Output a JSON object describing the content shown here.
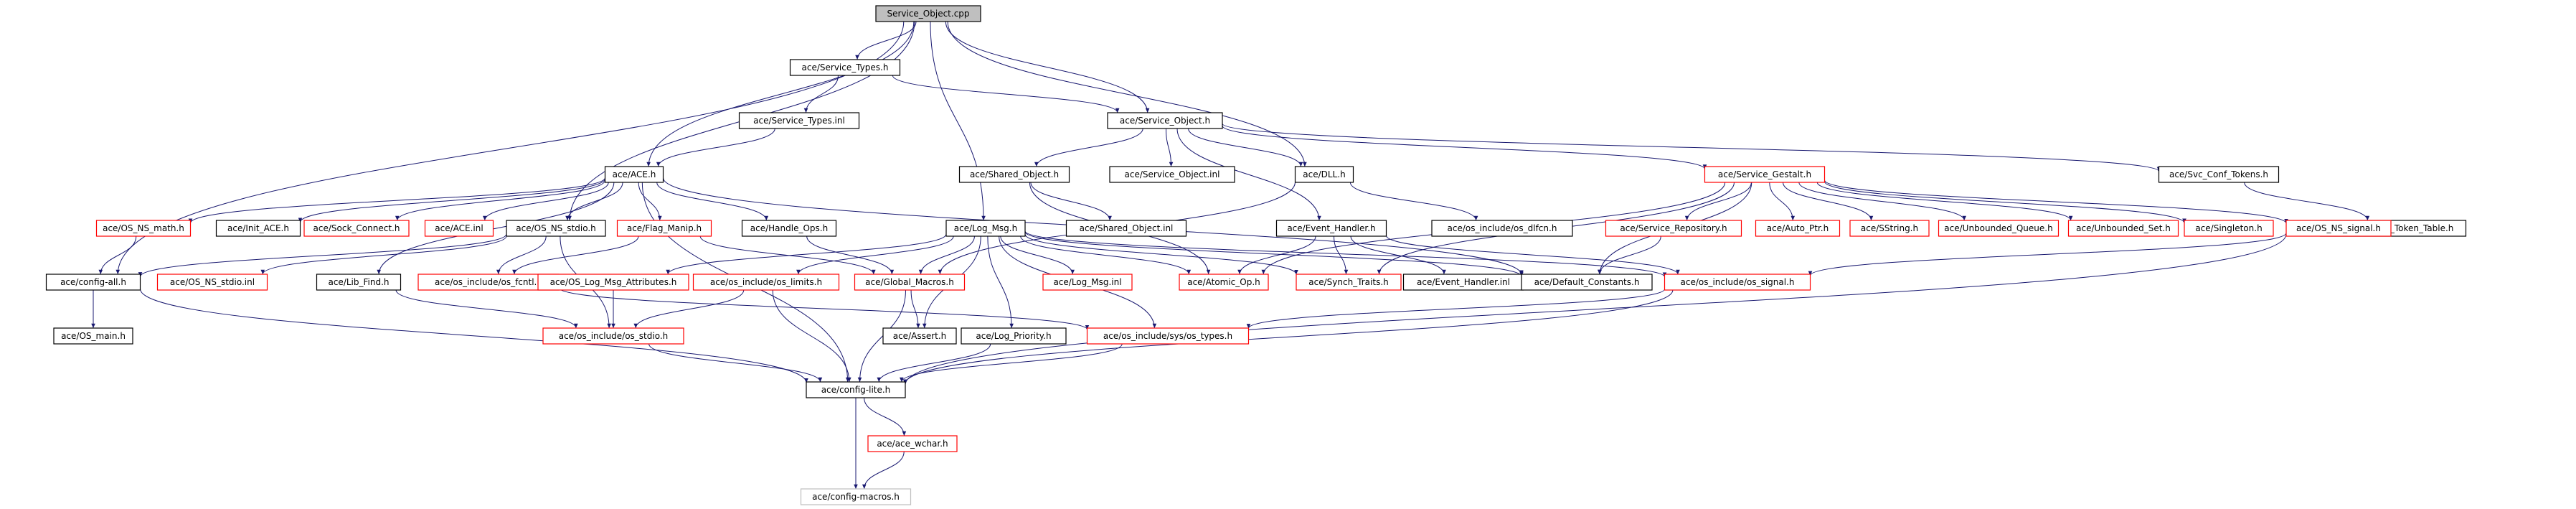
{
  "diagram": {
    "type": "include-dependency-graph",
    "colors": {
      "edge": "#191970",
      "root_fill": "#bfbfbf",
      "normal_border": "#000000",
      "truncated_border": "#ff0000",
      "external_border": "#bfbfbf",
      "text": "#000000"
    },
    "nodes": [
      {
        "id": "root",
        "label": "Service_Object.cpp",
        "kind": "root"
      },
      {
        "id": "svc_types_h",
        "label": "ace/Service_Types.h",
        "kind": "normal"
      },
      {
        "id": "svc_types_inl",
        "label": "ace/Service_Types.inl",
        "kind": "normal"
      },
      {
        "id": "svc_object_h",
        "label": "ace/Service_Object.h",
        "kind": "normal"
      },
      {
        "id": "ace_h",
        "label": "ace/ACE.h",
        "kind": "normal"
      },
      {
        "id": "shared_object_h",
        "label": "ace/Shared_Object.h",
        "kind": "normal"
      },
      {
        "id": "svc_object_inl",
        "label": "ace/Service_Object.inl",
        "kind": "normal"
      },
      {
        "id": "dll_h",
        "label": "ace/DLL.h",
        "kind": "normal"
      },
      {
        "id": "svc_gestalt_h",
        "label": "ace/Service_Gestalt.h",
        "kind": "truncated"
      },
      {
        "id": "svc_conf_tokens_h",
        "label": "ace/Svc_Conf_Tokens.h",
        "kind": "normal"
      },
      {
        "id": "svc_conf_token_table_h",
        "label": "ace/Svc_Conf_Token_Table.h",
        "kind": "normal"
      },
      {
        "id": "os_ns_math_h",
        "label": "ace/OS_NS_math.h",
        "kind": "truncated"
      },
      {
        "id": "init_ace_h",
        "label": "ace/Init_ACE.h",
        "kind": "normal"
      },
      {
        "id": "sock_connect_h",
        "label": "ace/Sock_Connect.h",
        "kind": "truncated"
      },
      {
        "id": "ace_inl",
        "label": "ace/ACE.inl",
        "kind": "truncated"
      },
      {
        "id": "os_ns_stdio_h",
        "label": "ace/OS_NS_stdio.h",
        "kind": "normal"
      },
      {
        "id": "flag_manip_h",
        "label": "ace/Flag_Manip.h",
        "kind": "truncated"
      },
      {
        "id": "handle_ops_h",
        "label": "ace/Handle_Ops.h",
        "kind": "normal"
      },
      {
        "id": "log_msg_h",
        "label": "ace/Log_Msg.h",
        "kind": "normal"
      },
      {
        "id": "shared_object_inl",
        "label": "ace/Shared_Object.inl",
        "kind": "normal"
      },
      {
        "id": "event_handler_h",
        "label": "ace/Event_Handler.h",
        "kind": "normal"
      },
      {
        "id": "os_include_os_dlfcn_h",
        "label": "ace/os_include/os_dlfcn.h",
        "kind": "normal"
      },
      {
        "id": "service_repository_h",
        "label": "ace/Service_Repository.h",
        "kind": "truncated"
      },
      {
        "id": "auto_ptr_h",
        "label": "ace/Auto_Ptr.h",
        "kind": "truncated"
      },
      {
        "id": "sstring_h",
        "label": "ace/SString.h",
        "kind": "truncated"
      },
      {
        "id": "unbounded_queue_h",
        "label": "ace/Unbounded_Queue.h",
        "kind": "truncated"
      },
      {
        "id": "unbounded_set_h",
        "label": "ace/Unbounded_Set.h",
        "kind": "truncated"
      },
      {
        "id": "singleton_h",
        "label": "ace/Singleton.h",
        "kind": "truncated"
      },
      {
        "id": "os_ns_signal_h",
        "label": "ace/OS_NS_signal.h",
        "kind": "truncated"
      },
      {
        "id": "config_all_h",
        "label": "ace/config-all.h",
        "kind": "normal"
      },
      {
        "id": "os_ns_stdio_inl",
        "label": "ace/OS_NS_stdio.inl",
        "kind": "truncated"
      },
      {
        "id": "lib_find_h",
        "label": "ace/Lib_Find.h",
        "kind": "normal"
      },
      {
        "id": "os_include_os_fcntl_h",
        "label": "ace/os_include/os_fcntl.h",
        "kind": "truncated"
      },
      {
        "id": "os_log_msg_attributes_h",
        "label": "ace/OS_Log_Msg_Attributes.h",
        "kind": "truncated"
      },
      {
        "id": "os_include_os_limits_h",
        "label": "ace/os_include/os_limits.h",
        "kind": "truncated"
      },
      {
        "id": "global_macros_h",
        "label": "ace/Global_Macros.h",
        "kind": "truncated"
      },
      {
        "id": "log_msg_inl",
        "label": "ace/Log_Msg.inl",
        "kind": "truncated"
      },
      {
        "id": "atomic_op_h",
        "label": "ace/Atomic_Op.h",
        "kind": "truncated"
      },
      {
        "id": "synch_traits_h",
        "label": "ace/Synch_Traits.h",
        "kind": "truncated"
      },
      {
        "id": "event_handler_inl",
        "label": "ace/Event_Handler.inl",
        "kind": "normal"
      },
      {
        "id": "default_constants_h",
        "label": "ace/Default_Constants.h",
        "kind": "normal"
      },
      {
        "id": "os_include_os_signal_h",
        "label": "ace/os_include/os_signal.h",
        "kind": "truncated"
      },
      {
        "id": "os_main_h",
        "label": "ace/OS_main.h",
        "kind": "normal"
      },
      {
        "id": "os_include_os_stdio_h",
        "label": "ace/os_include/os_stdio.h",
        "kind": "truncated"
      },
      {
        "id": "assert_h",
        "label": "ace/Assert.h",
        "kind": "normal"
      },
      {
        "id": "log_priority_h",
        "label": "ace/Log_Priority.h",
        "kind": "normal"
      },
      {
        "id": "os_include_sys_os_types_h",
        "label": "ace/os_include/sys/os_types.h",
        "kind": "truncated"
      },
      {
        "id": "config_lite_h",
        "label": "ace/config-lite.h",
        "kind": "normal"
      },
      {
        "id": "ace_wchar_h",
        "label": "ace/ace_wchar.h",
        "kind": "truncated"
      },
      {
        "id": "config_macros_h",
        "label": "ace/config-macros.h",
        "kind": "external"
      }
    ],
    "edges": [
      [
        "root",
        "svc_types_h"
      ],
      [
        "root",
        "svc_object_h"
      ],
      [
        "root",
        "ace_h"
      ],
      [
        "root",
        "dll_h"
      ],
      [
        "root",
        "log_msg_h"
      ],
      [
        "root",
        "os_ns_stdio_h"
      ],
      [
        "root",
        "config_all_h"
      ],
      [
        "svc_types_h",
        "svc_types_inl"
      ],
      [
        "svc_types_h",
        "svc_object_h"
      ],
      [
        "svc_types_inl",
        "ace_h"
      ],
      [
        "svc_object_h",
        "shared_object_h"
      ],
      [
        "svc_object_h",
        "svc_object_inl"
      ],
      [
        "svc_object_h",
        "dll_h"
      ],
      [
        "svc_object_h",
        "svc_gestalt_h"
      ],
      [
        "svc_object_h",
        "svc_conf_tokens_h"
      ],
      [
        "svc_object_h",
        "event_handler_h"
      ],
      [
        "svc_conf_tokens_h",
        "svc_conf_token_table_h"
      ],
      [
        "shared_object_h",
        "shared_object_inl"
      ],
      [
        "shared_object_h",
        "atomic_op_h"
      ],
      [
        "dll_h",
        "os_include_os_dlfcn_h"
      ],
      [
        "dll_h",
        "global_macros_h"
      ],
      [
        "svc_gestalt_h",
        "service_repository_h"
      ],
      [
        "svc_gestalt_h",
        "auto_ptr_h"
      ],
      [
        "svc_gestalt_h",
        "sstring_h"
      ],
      [
        "svc_gestalt_h",
        "unbounded_queue_h"
      ],
      [
        "svc_gestalt_h",
        "unbounded_set_h"
      ],
      [
        "svc_gestalt_h",
        "singleton_h"
      ],
      [
        "svc_gestalt_h",
        "os_ns_signal_h"
      ],
      [
        "svc_gestalt_h",
        "default_constants_h"
      ],
      [
        "svc_gestalt_h",
        "synch_traits_h"
      ],
      [
        "svc_gestalt_h",
        "atomic_op_h"
      ],
      [
        "service_repository_h",
        "default_constants_h"
      ],
      [
        "os_ns_signal_h",
        "os_include_os_signal_h"
      ],
      [
        "os_ns_signal_h",
        "config_lite_h"
      ],
      [
        "ace_h",
        "os_ns_math_h"
      ],
      [
        "ace_h",
        "init_ace_h"
      ],
      [
        "ace_h",
        "sock_connect_h"
      ],
      [
        "ace_h",
        "ace_inl"
      ],
      [
        "ace_h",
        "os_ns_stdio_h"
      ],
      [
        "ace_h",
        "flag_manip_h"
      ],
      [
        "ace_h",
        "handle_ops_h"
      ],
      [
        "ace_h",
        "lib_find_h"
      ],
      [
        "ace_h",
        "default_constants_h"
      ],
      [
        "ace_h",
        "config_lite_h"
      ],
      [
        "os_ns_math_h",
        "config_all_h"
      ],
      [
        "os_ns_stdio_h",
        "config_all_h"
      ],
      [
        "os_ns_stdio_h",
        "os_ns_stdio_inl"
      ],
      [
        "os_ns_stdio_h",
        "os_include_os_stdio_h"
      ],
      [
        "os_ns_stdio_h",
        "os_include_os_fcntl_h"
      ],
      [
        "flag_manip_h",
        "global_macros_h"
      ],
      [
        "flag_manip_h",
        "os_include_os_fcntl_h"
      ],
      [
        "handle_ops_h",
        "global_macros_h"
      ],
      [
        "log_msg_h",
        "os_log_msg_attributes_h"
      ],
      [
        "log_msg_h",
        "os_include_os_limits_h"
      ],
      [
        "log_msg_h",
        "global_macros_h"
      ],
      [
        "log_msg_h",
        "log_msg_inl"
      ],
      [
        "log_msg_h",
        "log_priority_h"
      ],
      [
        "log_msg_h",
        "default_constants_h"
      ],
      [
        "log_msg_h",
        "synch_traits_h"
      ],
      [
        "log_msg_h",
        "atomic_op_h"
      ],
      [
        "log_msg_h",
        "os_include_sys_os_types_h"
      ],
      [
        "log_msg_h",
        "assert_h"
      ],
      [
        "log_msg_h",
        "os_include_os_signal_h"
      ],
      [
        "event_handler_h",
        "event_handler_inl"
      ],
      [
        "event_handler_h",
        "atomic_op_h"
      ],
      [
        "event_handler_h",
        "synch_traits_h"
      ],
      [
        "event_handler_h",
        "os_include_os_signal_h"
      ],
      [
        "config_all_h",
        "os_main_h"
      ],
      [
        "config_all_h",
        "config_lite_h"
      ],
      [
        "lib_find_h",
        "os_include_os_stdio_h"
      ],
      [
        "os_include_os_fcntl_h",
        "os_include_sys_os_types_h"
      ],
      [
        "os_log_msg_attributes_h",
        "os_include_os_stdio_h"
      ],
      [
        "os_include_os_limits_h",
        "os_include_os_stdio_h"
      ],
      [
        "os_include_os_limits_h",
        "config_lite_h"
      ],
      [
        "global_macros_h",
        "assert_h"
      ],
      [
        "global_macros_h",
        "config_lite_h"
      ],
      [
        "os_include_os_signal_h",
        "os_include_sys_os_types_h"
      ],
      [
        "os_include_os_signal_h",
        "config_lite_h"
      ],
      [
        "os_include_os_stdio_h",
        "config_lite_h"
      ],
      [
        "log_priority_h",
        "config_lite_h"
      ],
      [
        "os_include_sys_os_types_h",
        "config_lite_h"
      ],
      [
        "config_lite_h",
        "ace_wchar_h"
      ],
      [
        "config_lite_h",
        "config_macros_h"
      ],
      [
        "ace_wchar_h",
        "config_macros_h"
      ]
    ]
  }
}
